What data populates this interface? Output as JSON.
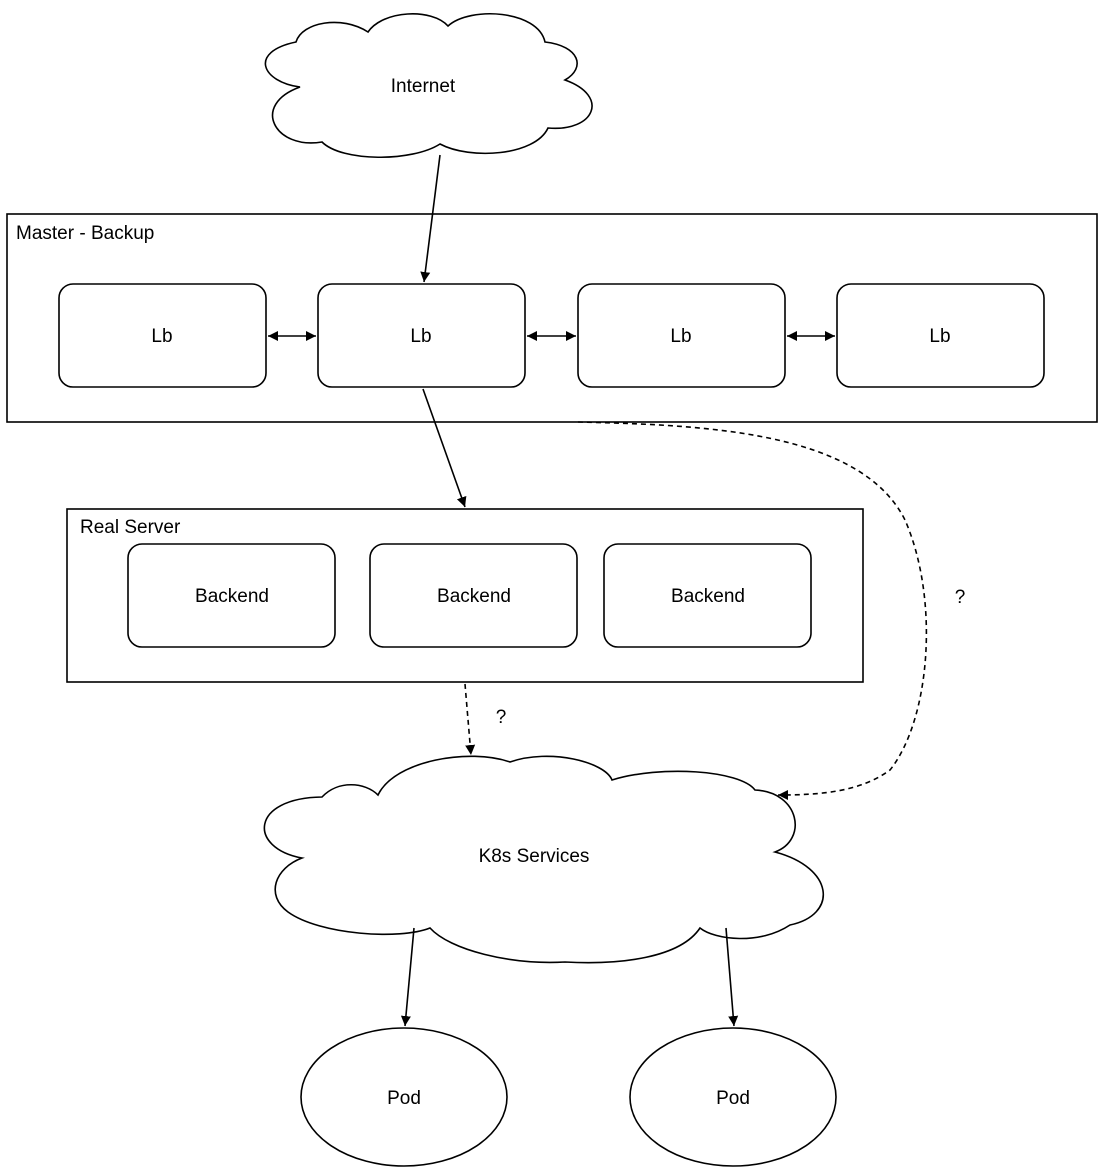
{
  "diagram": {
    "internet": {
      "label": "Internet"
    },
    "master_backup": {
      "label": "Master - Backup",
      "nodes": [
        {
          "label": "Lb"
        },
        {
          "label": "Lb"
        },
        {
          "label": "Lb"
        },
        {
          "label": "Lb"
        }
      ]
    },
    "real_server": {
      "label": "Real Server",
      "nodes": [
        {
          "label": "Backend"
        },
        {
          "label": "Backend"
        },
        {
          "label": "Backend"
        }
      ]
    },
    "k8s": {
      "label": "K8s Services"
    },
    "pods": [
      {
        "label": "Pod"
      },
      {
        "label": "Pod"
      }
    ],
    "question_right": "?",
    "question_mid": "?"
  }
}
